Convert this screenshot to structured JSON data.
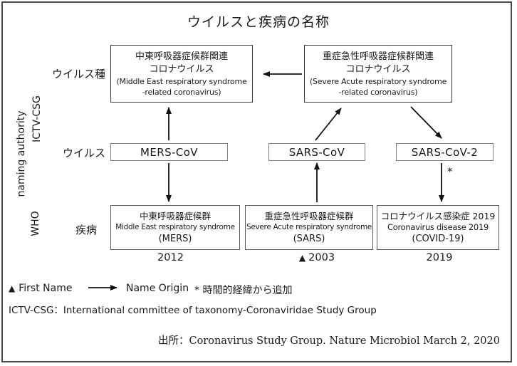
{
  "title": "ウイルスと疾病の名称",
  "left_labels": {
    "naming_authority": "naming authority",
    "ictv_csg": "ICTV-CSG",
    "who": "WHO",
    "row_species": "ウイルス種",
    "row_virus": "ウイルス",
    "row_disease": "疾病"
  },
  "species_boxes": {
    "mers": {
      "lines": [
        "中東呼吸器症候群関連",
        "コロナウイルス",
        "(Middle East respiratory syndrome",
        "-related coronavirus)"
      ]
    },
    "sars": {
      "lines": [
        "重症急性呼吸器症候群関連",
        "コロナウイルス",
        "(Severe Acute respiratory syndrome",
        "-related coronavirus)"
      ]
    }
  },
  "virus_boxes": {
    "mers": "MERS-CoV",
    "sars": "SARS-CoV",
    "sars2": "SARS-CoV-2"
  },
  "disease_boxes": {
    "mers": {
      "lines": [
        "中東呼吸器症候群",
        "Middle East respiratory syndrome",
        "(MERS)"
      ],
      "year_marker": "",
      "year": "2012"
    },
    "sars": {
      "lines": [
        "重症急性呼吸器症候群",
        "Severe Acute respiratory syndrome",
        "(SARS)"
      ],
      "year_marker": "▲",
      "year": "2003"
    },
    "covid": {
      "lines": [
        "コロナウイルス感染症 2019",
        "Coronavirus disease 2019",
        "(COVID-19)"
      ],
      "year_marker": "",
      "year": "2019"
    }
  },
  "annotations": {
    "asterisk": "*"
  },
  "legend": {
    "triangle_glyph": "▲",
    "first_name": "First Name",
    "name_origin": "Name Origin",
    "asterisk_glyph": "*",
    "asterisk_label": "時間的経緯から追加",
    "ictv_definition": "ICTV-CSG：International committee of taxonomy-Coronaviridae Study Group"
  },
  "source": "出所：Coronavirus Study Group. Nature Microbiol March 2, 2020",
  "colors": {
    "ink": "#1a1a1a",
    "background": "#ffffff"
  }
}
